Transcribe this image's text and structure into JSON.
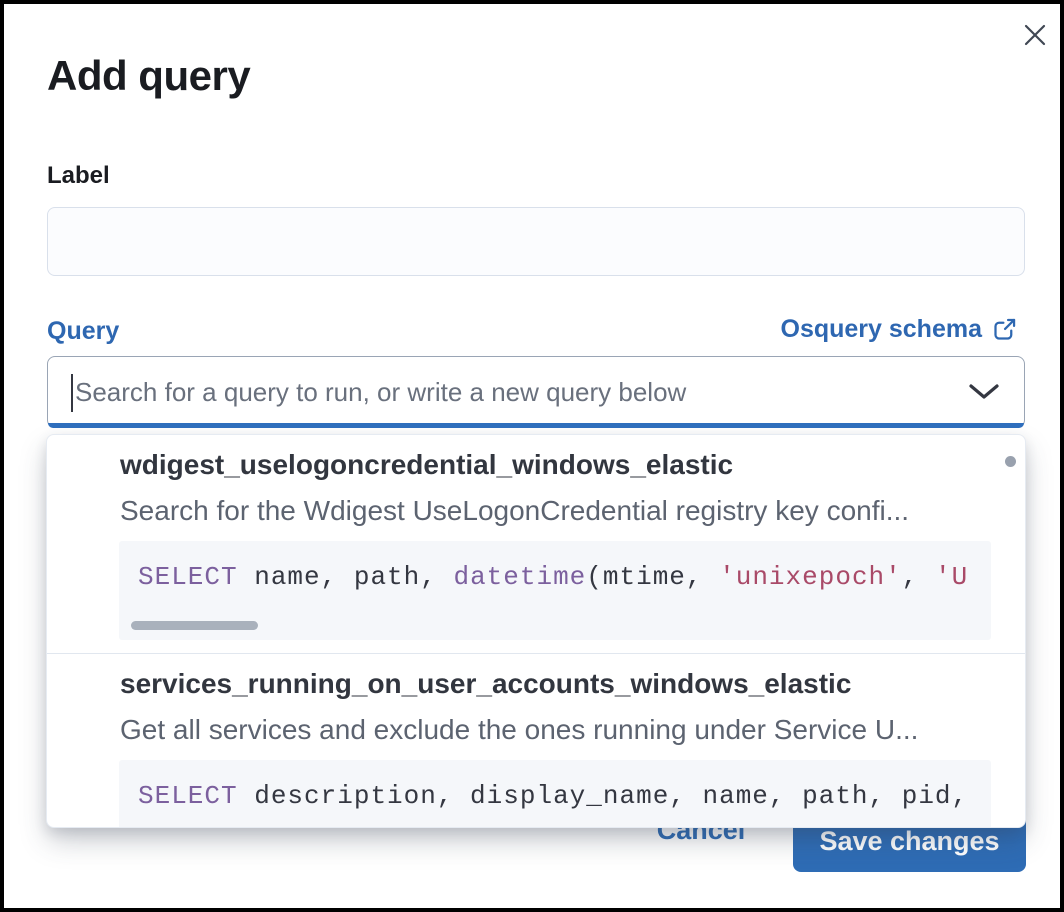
{
  "modal": {
    "title": "Add query",
    "label_field": {
      "label": "Label",
      "value": ""
    },
    "query_field": {
      "label": "Query",
      "schema_link_label": "Osquery schema",
      "search_placeholder": "Search for a query to run, or write a new query below"
    },
    "dropdown": {
      "items": [
        {
          "title": "wdigest_uselogoncredential_windows_elastic",
          "description": "Search for the Wdigest UseLogonCredential registry key confi...",
          "code": [
            {
              "t": "keyword",
              "text": "SELECT"
            },
            {
              "t": "plain",
              "text": " name, path, "
            },
            {
              "t": "keyword",
              "text": "datetime"
            },
            {
              "t": "plain",
              "text": "(mtime, "
            },
            {
              "t": "string",
              "text": "'unixepoch'"
            },
            {
              "t": "plain",
              "text": ", "
            },
            {
              "t": "string",
              "text": "'U"
            }
          ]
        },
        {
          "title": "services_running_on_user_accounts_windows_elastic",
          "description": "Get all services and exclude the ones running under Service U...",
          "code": [
            {
              "t": "keyword",
              "text": "SELECT"
            },
            {
              "t": "plain",
              "text": " description, display_name, name, path, pid,"
            }
          ]
        }
      ]
    },
    "footer": {
      "cancel_label": "Cancel",
      "save_label": "Save changes"
    },
    "colors": {
      "link_blue": "#2e67b1",
      "button_blue": "#2e6cb5",
      "focus_bar_blue": "#2f6fbe",
      "code_keyword_purple": "#7c609e",
      "code_string_rose": "#a94a68",
      "code_text": "#343741",
      "code_background": "#f5f7fa",
      "description_gray": "#5c6370"
    }
  }
}
